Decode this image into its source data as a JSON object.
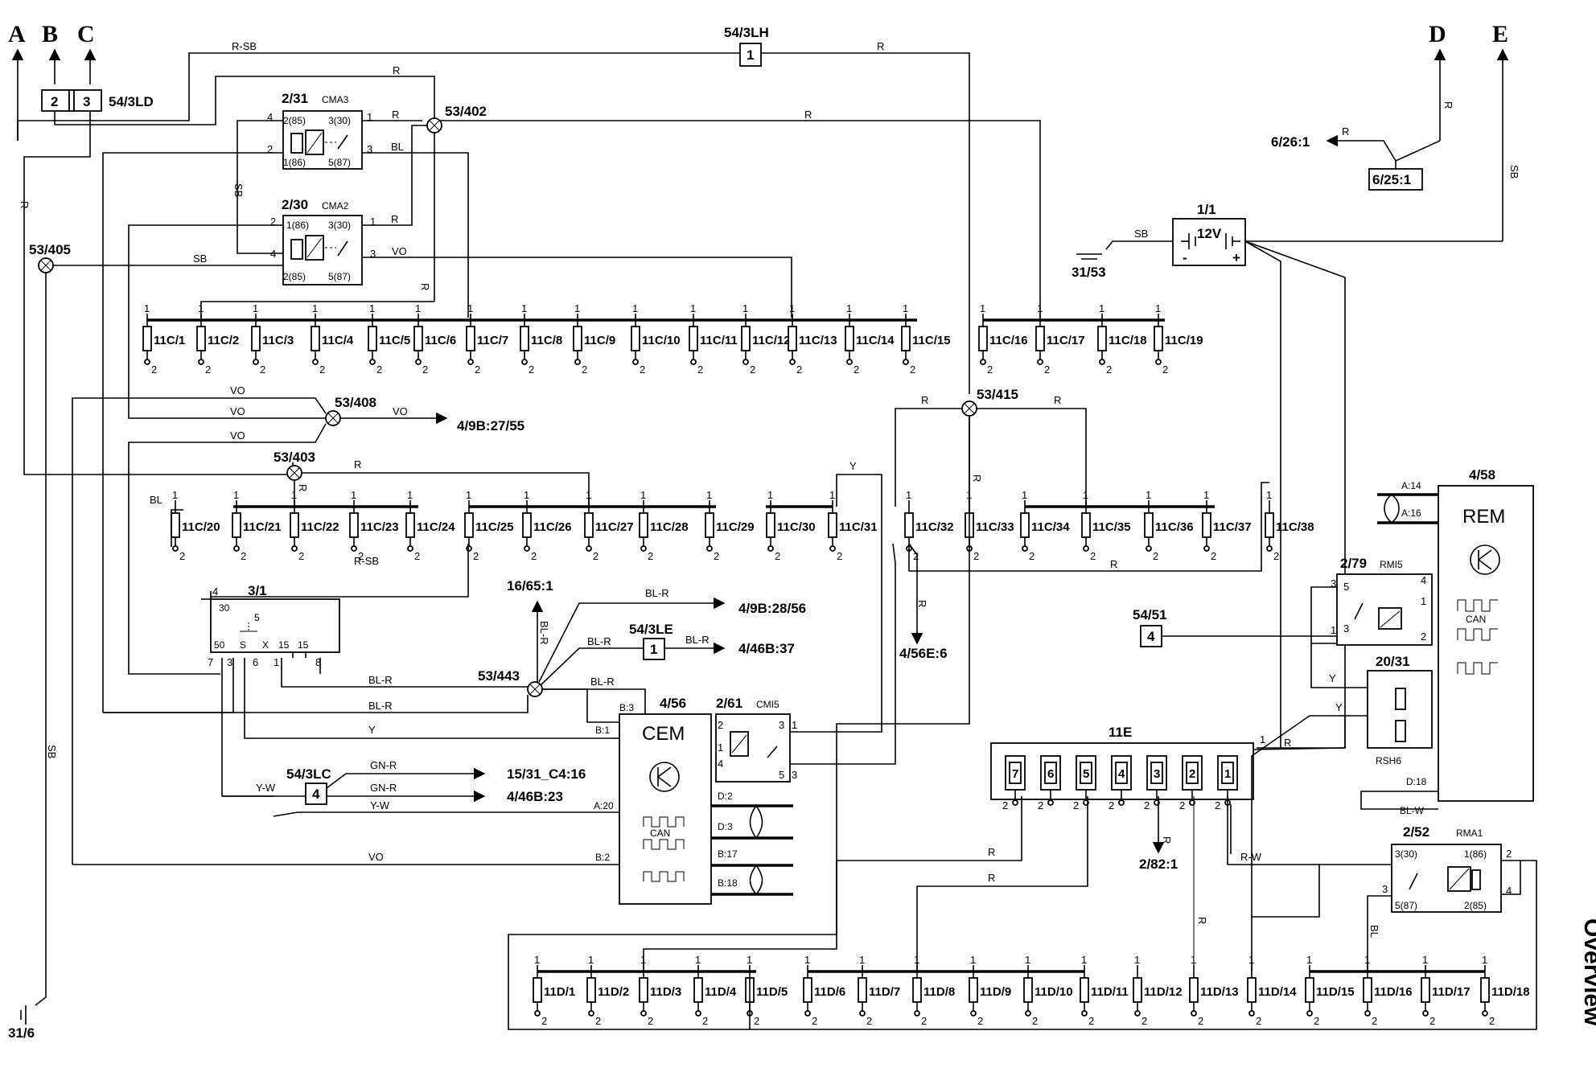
{
  "side_label": "Overview",
  "connectors_top": {
    "A": "A",
    "B": "B",
    "C": "C",
    "D": "D",
    "E": "E"
  },
  "components": {
    "c54_3LD": {
      "name": "54/3LD",
      "pins": [
        "2",
        "3"
      ]
    },
    "c54_3LH": {
      "name": "54/3LH",
      "pin": "1"
    },
    "c54_3LE": {
      "name": "54/3LE",
      "pin": "1"
    },
    "c54_3LC": {
      "name": "54/3LC",
      "pin": "4"
    },
    "c54_51": {
      "name": "54/51",
      "pin": "4"
    },
    "r2_31": {
      "name": "2/31",
      "sub": "CMA3",
      "pins": [
        "4",
        "2(85)",
        "3(30)",
        "1",
        "2",
        "1(86)",
        "5(87)",
        "3"
      ]
    },
    "r2_30": {
      "name": "2/30",
      "sub": "CMA2",
      "pins": [
        "2",
        "1(86)",
        "3(30)",
        "1",
        "4",
        "3",
        "2(85)",
        "5(87)"
      ]
    },
    "r2_79": {
      "name": "2/79",
      "sub": "RMI5",
      "pins": [
        "3",
        "5",
        "4",
        "1",
        "1",
        "3",
        "2"
      ]
    },
    "r2_61": {
      "name": "2/61",
      "sub": "CMI5",
      "pins": [
        "2",
        "3",
        "1",
        "1",
        "4",
        "5",
        "3"
      ]
    },
    "r2_52": {
      "name": "2/52",
      "sub": "RMA1",
      "pins": [
        "3(30)",
        "1(86)",
        "2",
        "3",
        "4",
        "5(87)",
        "2(85)"
      ]
    },
    "r20_31": {
      "name": "20/31",
      "sub": "RSH6"
    },
    "ign3_1": {
      "name": "3/1",
      "pins": [
        "4",
        "30",
        "5",
        "50",
        "S",
        "X",
        "15",
        "15",
        "7",
        "3",
        "6",
        "1",
        "8"
      ]
    },
    "battery": {
      "name": "1/1",
      "voltage": "12V",
      "minus": "-",
      "plus": "+"
    },
    "cem": {
      "id": "4/56",
      "name": "CEM",
      "can": "CAN",
      "pins": [
        "B:3",
        "B:1",
        "A:20",
        "B:2",
        "D:2",
        "D:3",
        "B:17",
        "B:18"
      ]
    },
    "rem": {
      "id": "4/58",
      "name": "REM",
      "can": "CAN",
      "pins": [
        "A:14",
        "A:16",
        "D:18"
      ]
    },
    "e11": {
      "name": "11E",
      "pin": "1",
      "fuses": [
        "7",
        "6",
        "5",
        "4",
        "3",
        "2",
        "1"
      ],
      "bottom": "2"
    },
    "c6_25_1": {
      "name": "6/25:1"
    }
  },
  "splices": [
    "53/402",
    "53/405",
    "53/408",
    "53/403",
    "53/415",
    "53/443"
  ],
  "grounds": [
    "31/53",
    "31/6"
  ],
  "refs": {
    "r6_26_1": "6/26:1",
    "r4_9B_27_55": "4/9B:27/55",
    "r16_65_1": "16/65:1",
    "r4_9B_28_56": "4/9B:28/56",
    "r4_46B_37": "4/46B:37",
    "r4_56E_6": "4/56E:6",
    "r15_31": "15/31_C4:16",
    "r4_46B_23": "4/46B:23",
    "r2_82_1": "2/82:1"
  },
  "fuses_row1": [
    "11C/1",
    "11C/2",
    "11C/3",
    "11C/4",
    "11C/5",
    "11C/6",
    "11C/7",
    "11C/8",
    "11C/9",
    "11C/10",
    "11C/11",
    "11C/12",
    "11C/13",
    "11C/14",
    "11C/15"
  ],
  "fuses_row1b": [
    "11C/16",
    "11C/17",
    "11C/18",
    "11C/19"
  ],
  "fuses_row2": [
    "11C/20",
    "11C/21",
    "11C/22",
    "11C/23",
    "11C/24",
    "11C/25",
    "11C/26",
    "11C/27",
    "11C/28",
    "11C/29",
    "11C/30",
    "11C/31"
  ],
  "fuses_row2b": [
    "11C/32",
    "11C/33",
    "11C/34",
    "11C/35",
    "11C/36",
    "11C/37",
    "11C/38"
  ],
  "fuses_row3": [
    "11D/1",
    "11D/2",
    "11D/3",
    "11D/4",
    "11D/5",
    "11D/6",
    "11D/7",
    "11D/8",
    "11D/9",
    "11D/10",
    "11D/11",
    "11D/12",
    "11D/13",
    "11D/14",
    "11D/15",
    "11D/16",
    "11D/17",
    "11D/18"
  ],
  "fuse_pins": {
    "top": "1",
    "bottom": "2"
  },
  "wire_colors": {
    "R": "R",
    "SB": "SB",
    "BL": "BL",
    "VO": "VO",
    "Y": "Y",
    "R_SB": "R-SB",
    "BL_R": "BL-R",
    "GN_R": "GN-R",
    "Y_W": "Y-W",
    "R_W": "R-W",
    "BL_W": "BL-W"
  }
}
